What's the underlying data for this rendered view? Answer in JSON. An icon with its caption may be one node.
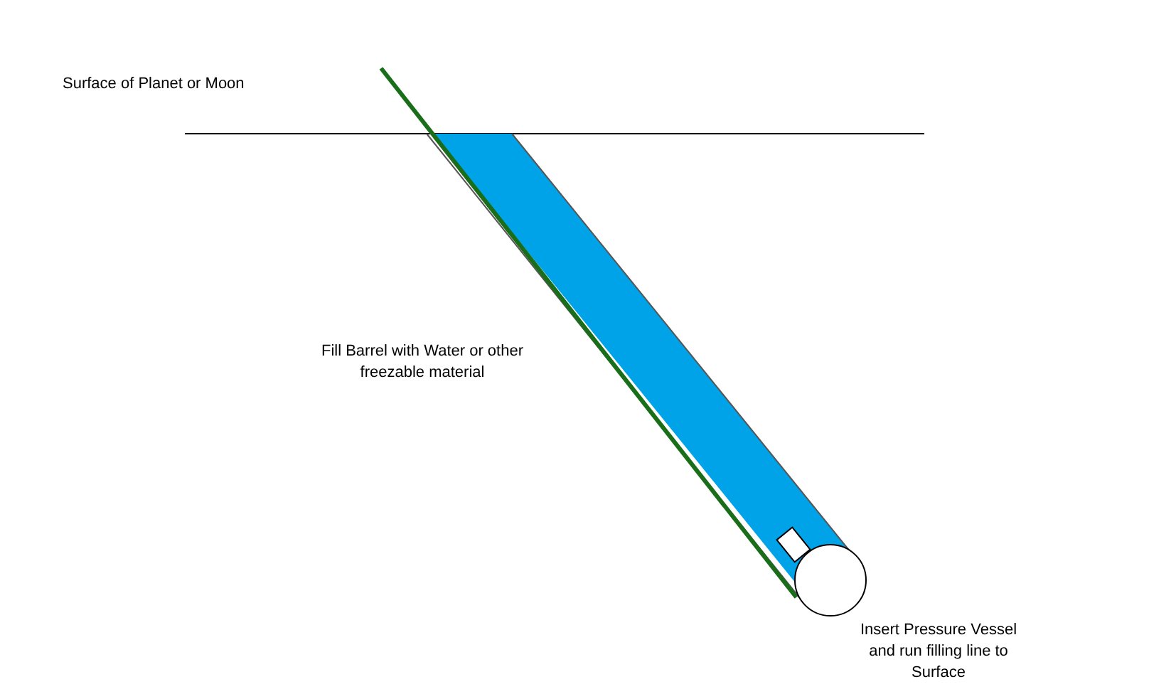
{
  "diagram": {
    "labels": [
      "Surface of Planet or Moon",
      "Fill Barrel with Water or other freezable material",
      "Insert Pressure Vessel and run filling line to Surface"
    ]
  }
}
